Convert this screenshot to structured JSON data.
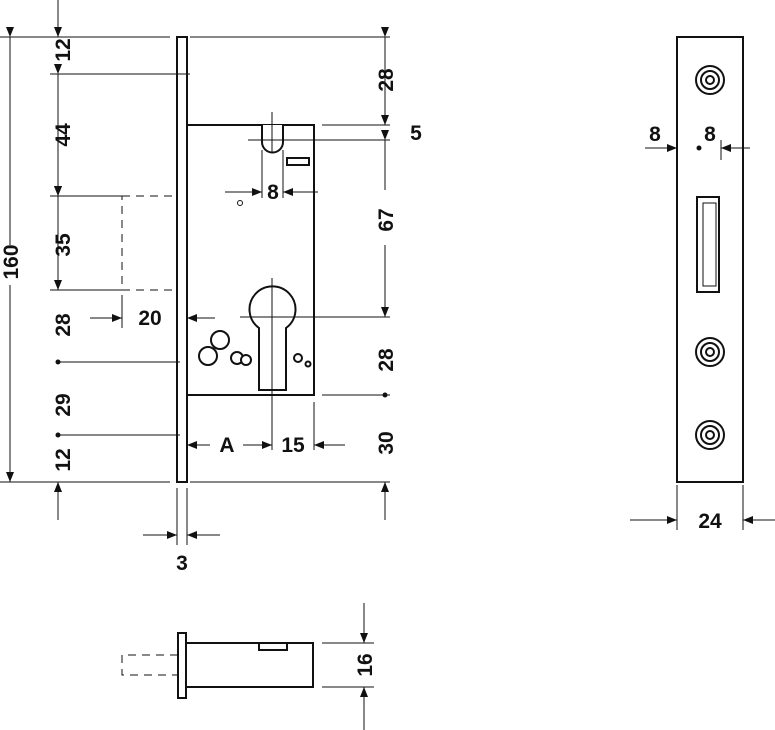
{
  "diagram": {
    "front_view": {
      "left_dims": {
        "total": "160",
        "d1": "12",
        "d2": "44",
        "d3": "35",
        "d4": "28",
        "d5": "29",
        "d6": "12"
      },
      "right_dims": {
        "r1": "28",
        "r2": "5",
        "r3": "67",
        "r4": "28",
        "r5": "30"
      },
      "inner_dims": {
        "slot_width": "8",
        "bolt_throw": "20",
        "backset": "A",
        "cyl_offset": "15",
        "faceplate_thickness": "3"
      }
    },
    "side_view": {
      "hole_left": "8",
      "hole_right": "8",
      "width": "24"
    },
    "bottom_view": {
      "height": "16"
    }
  }
}
